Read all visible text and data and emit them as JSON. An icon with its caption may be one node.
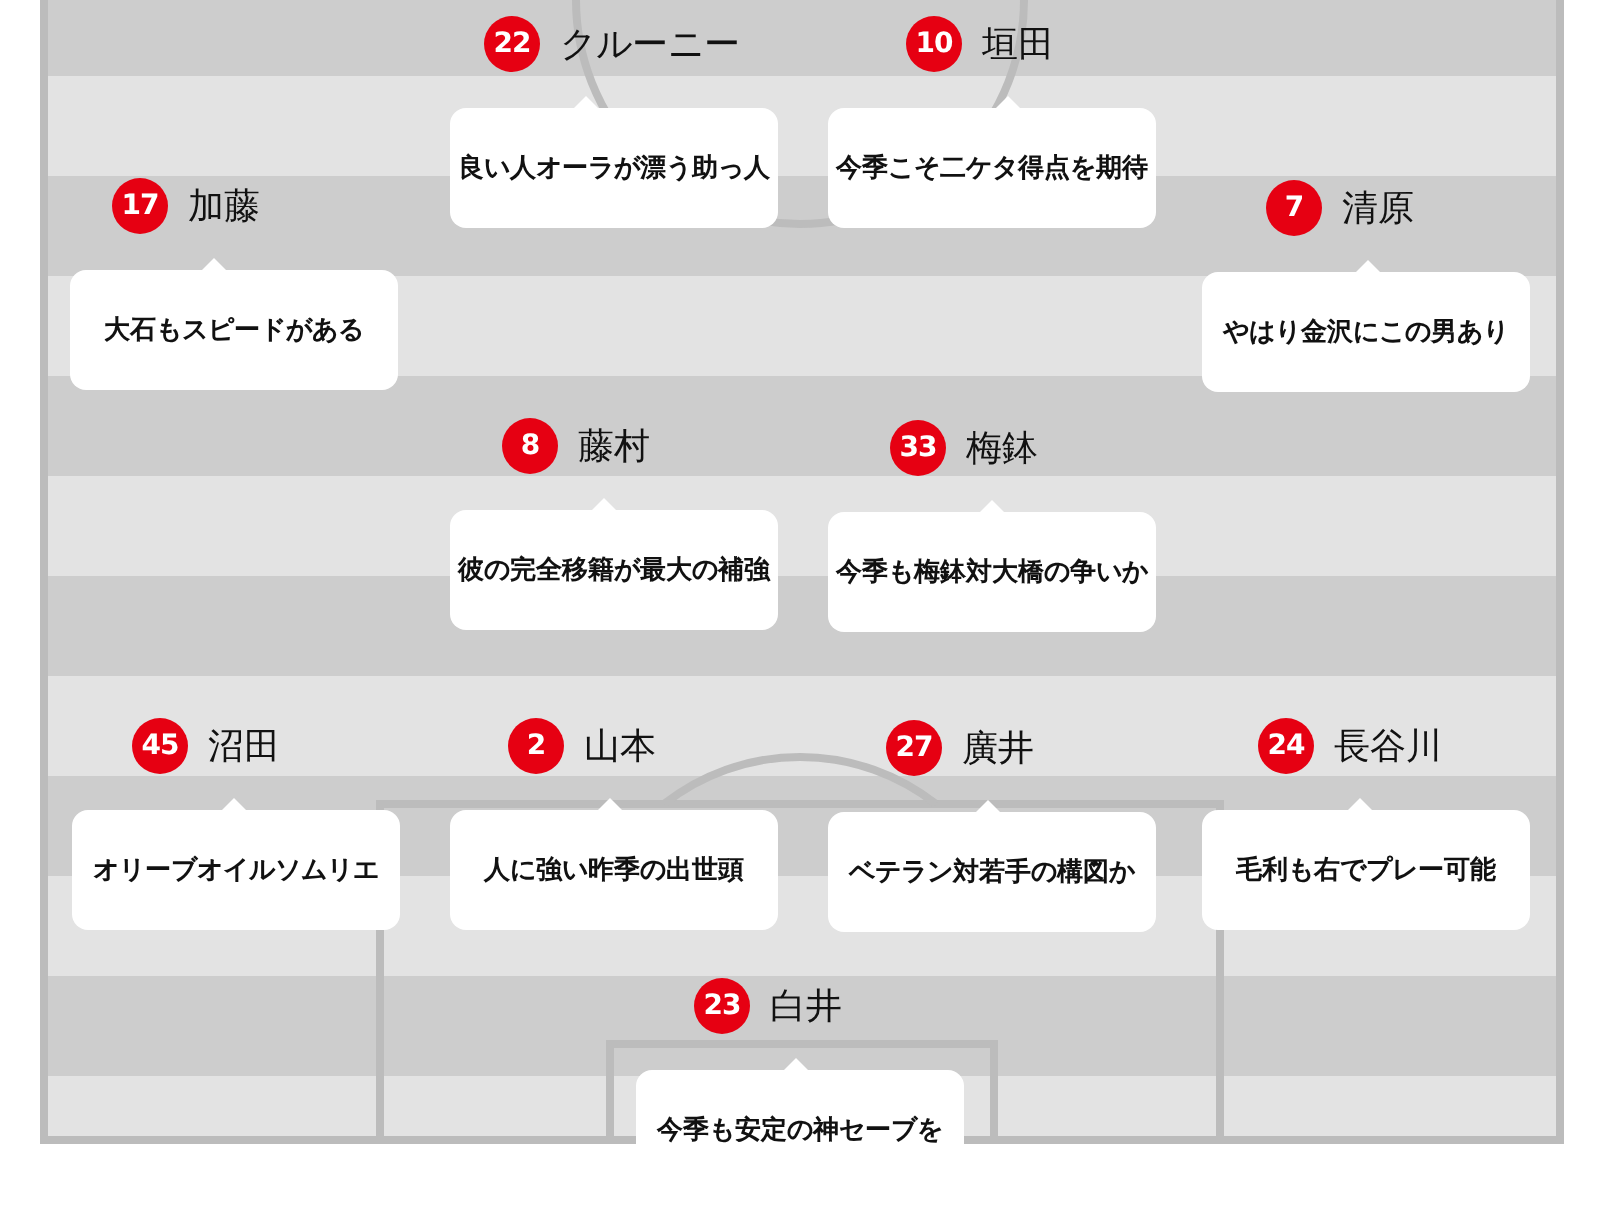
{
  "diagram": {
    "nodes": [
      {
        "text": [
          "22",
          "クルーニー",
          "良い人オーラが漂う助っ人"
        ]
      },
      {
        "text": [
          "10",
          "垣田",
          "今季こそ二ケタ得点を期待"
        ]
      },
      {
        "text": [
          "17",
          "加藤",
          "大石もスピードがある"
        ]
      },
      {
        "text": [
          "7",
          "清原",
          "やはり金沢にこの男あり"
        ]
      },
      {
        "text": [
          "8",
          "藤村",
          "彼の完全移籍が最大の補強"
        ]
      },
      {
        "text": [
          "33",
          "梅鉢",
          "今季も梅鉢対大橋の争いか"
        ]
      },
      {
        "text": [
          "45",
          "沼田",
          "オリーブオイルソムリエ"
        ]
      },
      {
        "text": [
          "2",
          "山本",
          "人に強い昨季の出世頭"
        ]
      },
      {
        "text": [
          "27",
          "廣井",
          "ベテラン対若手の構図か"
        ]
      },
      {
        "text": [
          "24",
          "長谷川",
          "毛利も右でプレー可能"
        ]
      },
      {
        "text": [
          "23",
          "白井",
          "今季も安定の神セーブを"
        ]
      }
    ]
  }
}
